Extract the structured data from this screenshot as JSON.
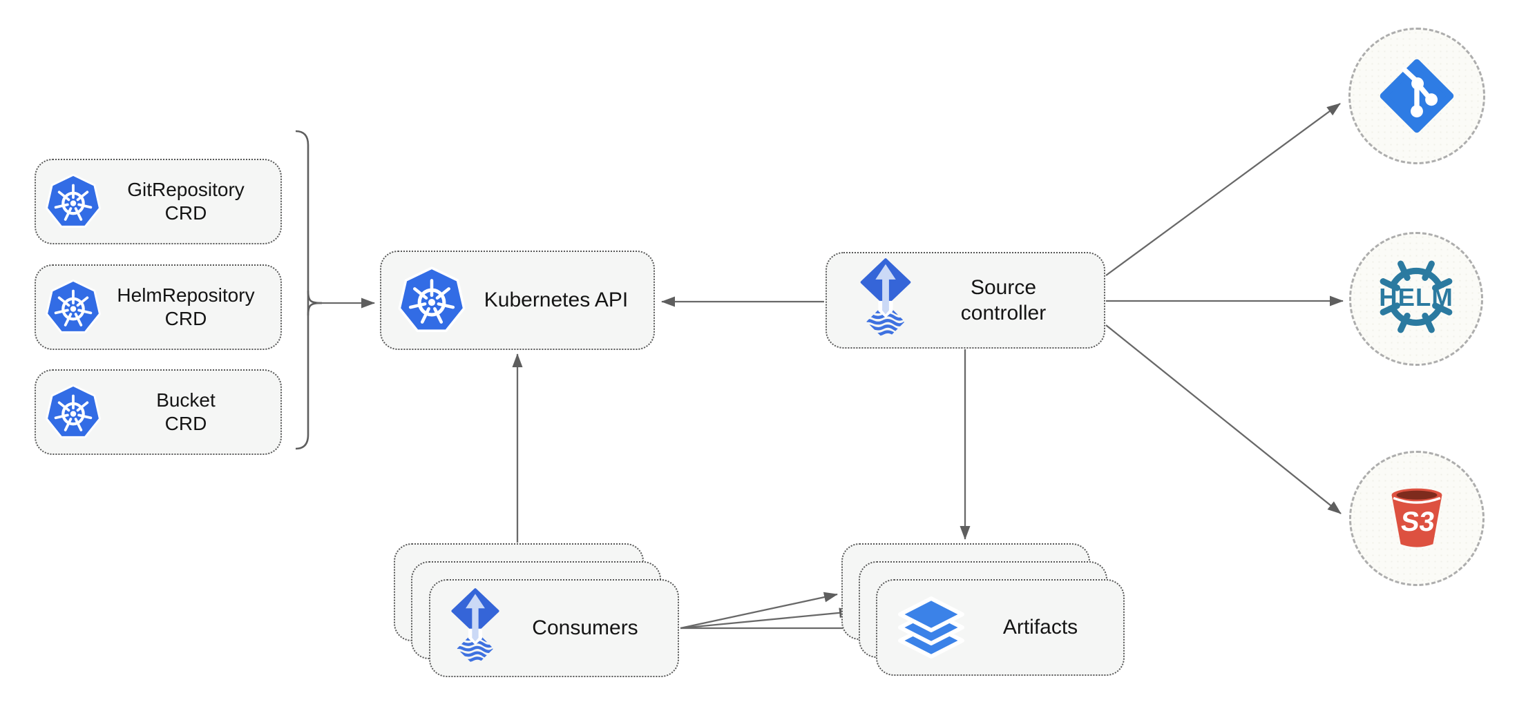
{
  "nodes": {
    "crds": [
      {
        "line1": "GitRepository",
        "line2": "CRD"
      },
      {
        "line1": "HelmRepository",
        "line2": "CRD"
      },
      {
        "line1": "Bucket",
        "line2": "CRD"
      }
    ],
    "kubernetes_api": {
      "label": "Kubernetes API"
    },
    "source_controller": {
      "line1": "Source",
      "line2": "controller"
    },
    "consumers": {
      "label": "Consumers"
    },
    "artifacts": {
      "label": "Artifacts"
    }
  },
  "endpoints": {
    "git": {
      "icon": "git-icon"
    },
    "helm": {
      "icon": "helm-icon",
      "label": "HELM"
    },
    "s3": {
      "icon": "s3-bucket-icon",
      "label": "S3"
    }
  },
  "icons": {
    "kubernetes": "kubernetes-icon",
    "flux": "flux-icon",
    "layers": "layers-icon",
    "git": "git-icon",
    "helm": "helm-icon",
    "s3": "s3-bucket-icon"
  },
  "colors": {
    "kubernetes_blue": "#326CE5",
    "flux_blue": "#3565D8",
    "flux_arrow_light": "#CBD9F6",
    "layers_blue": "#3B82E8",
    "git_blue": "#2E7CE4",
    "helm_teal": "#2B7AA0",
    "s3_red": "#DD5140",
    "s3_dark_red": "#7E2B1D",
    "arrow_gray": "#5E5E5E",
    "box_background": "#F5F6F5",
    "box_border": "#565656",
    "circle_border": "#ADADAD"
  }
}
